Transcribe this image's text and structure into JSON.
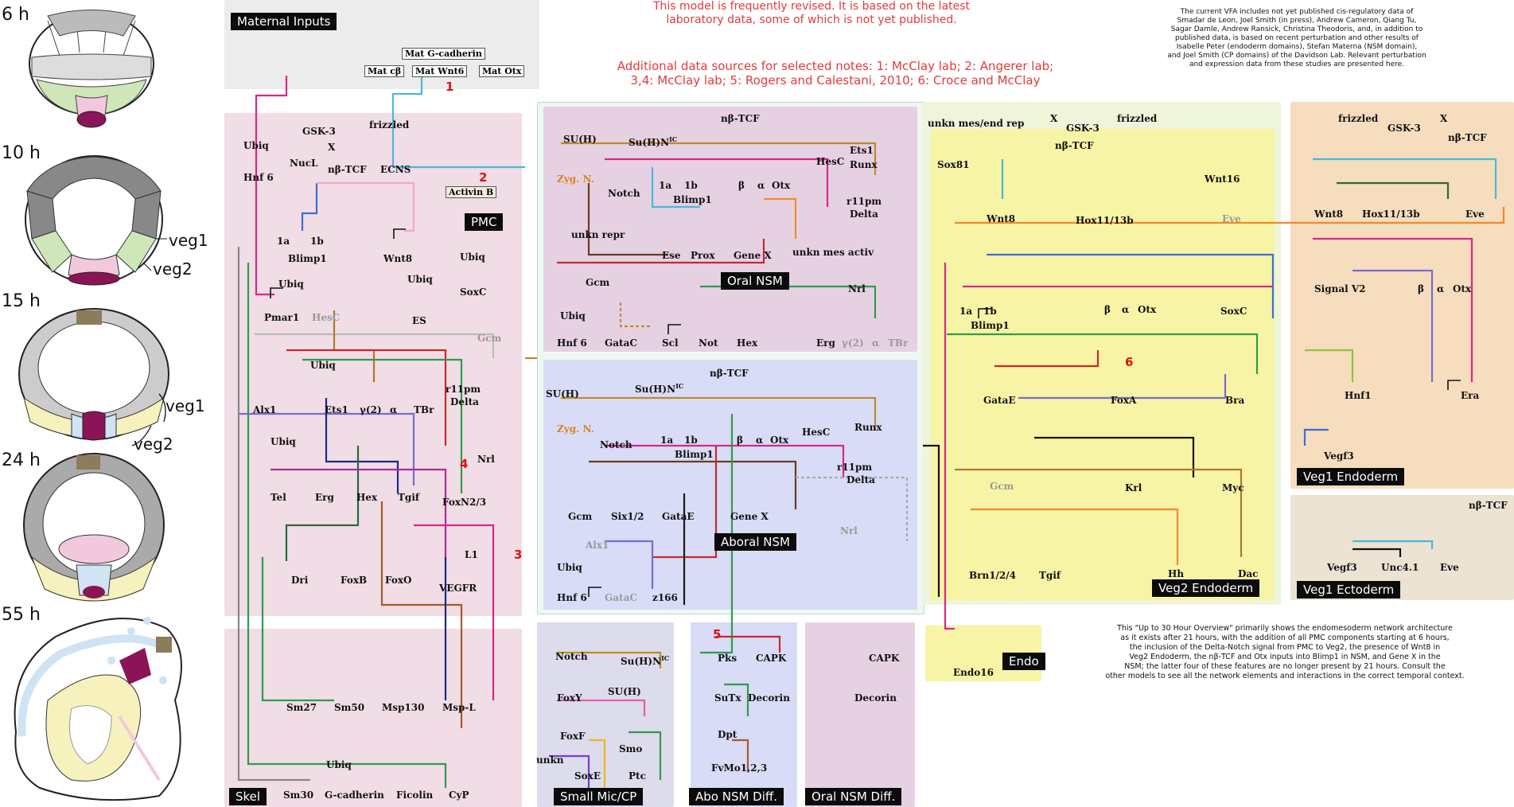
{
  "header": {
    "red_note": [
      "This model is frequently revised. It is based on the latest",
      "laboratory data, some of which is not yet published."
    ],
    "sources_note": [
      "Additional data sources for selected notes: 1: McClay lab; 2: Angerer lab;",
      "3,4: McClay lab; 5: Rogers and Calestani, 2010; 6: Croce and McClay"
    ],
    "credits_note": [
      "The current VFA includes not yet published cis-regulatory data of",
      "Smadar de Leon, Joel Smith (in press), Andrew Cameron, Qiang Tu,",
      "Sagar Damle, Andrew Ransick, Christina Theodoris, and, in addition to",
      "published data, is based on recent perturbation and other results of",
      "Isabelle Peter (endoderm domains), Stefan Materna (NSM domain),",
      "and Joel Smith (CP domains) of the Davidson Lab. Relevant perturbation",
      "and expression data from these studies are presented here."
    ],
    "overview_note": [
      "This \"Up to 30 Hour Overview\" primarily shows the endomesoderm network architecture",
      "as it exists after 21 hours, with the addition of all PMC components starting at 6 hours,",
      "the inclusion of the Delta-Notch signal from PMC to Veg2, the presence of Wnt8 in",
      "Veg2 Endoderm, the nβ-TCF and Otx inputs into Blimp1 in NSM, and Gene X in the",
      "NSM; the latter four of these features are no longer present by 21 hours.  Consult the",
      "other models to see all the network elements and interactions in the correct temporal context."
    ]
  },
  "embryo_stages": [
    {
      "label": "6 h"
    },
    {
      "label": "10 h",
      "marks": [
        "veg1",
        "veg2"
      ]
    },
    {
      "label": "15 h",
      "marks": [
        "veg1",
        "veg2"
      ]
    },
    {
      "label": "24 h"
    },
    {
      "label": "55 h"
    }
  ],
  "regions": {
    "maternal": "Maternal Inputs",
    "pmc": "PMC",
    "skel": "Skel",
    "oral_nsm": "Oral NSM",
    "aboral_nsm": "Aboral NSM",
    "small_mic": "Small Mic/CP",
    "abo_diff": "Abo NSM Diff.",
    "oral_diff": "Oral NSM Diff.",
    "veg2_endo": "Veg2 Endoderm",
    "endo": "Endo",
    "veg1_endo": "Veg1 Endoderm",
    "veg1_ecto": "Veg1 Ectoderm"
  },
  "maternal_boxes": {
    "gcad": "Mat G-cadherin",
    "cb": "Mat cβ",
    "wnt6": "Mat Wnt6",
    "otx": "Mat Otx",
    "activin": "Activin B"
  },
  "red_numbers": [
    "1",
    "2",
    "3",
    "4",
    "5",
    "6"
  ],
  "pmc_genes": {
    "ubiq1": "Ubiq",
    "hnf6": "Hnf 6",
    "gsk3": "GSK-3",
    "frizzled": "frizzled",
    "x": "X",
    "nucl": "NucL",
    "nbtcf": "nβ-TCF",
    "ecns": "ECNS",
    "la": "1a",
    "lb": "1b",
    "blimp1": "Blimp1",
    "wnt8": "Wnt8",
    "ubiq2": "Ubiq",
    "soxc": "SoxC",
    "ubiq3": "Ubiq",
    "pmar1": "Pmar1",
    "hesc": "HesC",
    "ubiq4": "Ubiq",
    "es": "ES",
    "gcm": "Gcm",
    "ubiq5": "Ubiq",
    "alx1": "Alx1",
    "ets1": "Ets1",
    "y2": "γ(2)",
    "alpha": "α",
    "tbr": "TBr",
    "r11pm": "r11pm",
    "delta": "Delta",
    "ubiq6": "Ubiq",
    "tel": "Tel",
    "erg": "Erg",
    "hex": "Hex",
    "tgif": "Tgif",
    "nrl": "Nrl",
    "foxn23": "FoxN2/3",
    "l1": "L1",
    "dri": "Dri",
    "foxb": "FoxB",
    "foxo": "FoxO",
    "vegfr": "VEGFR",
    "sm27": "Sm27",
    "sm50": "Sm50",
    "msp130": "Msp130",
    "mspl": "Msp-L",
    "ubiq7": "Ubiq",
    "sm30": "Sm30",
    "gcad": "G-cadherin",
    "ficolin": "Ficolin",
    "cyp": "CyP"
  },
  "oral_genes": {
    "suh": "SU(H)",
    "suhn": "Su(H)N",
    "ic": "IC",
    "nbtcf": "nβ-TCF",
    "zygn": "Zyg. N.",
    "notch": "Notch",
    "la": "1a",
    "lb": "1b",
    "blimp1": "Blimp1",
    "beta": "β",
    "alpha": "α",
    "otx": "Otx",
    "hesc": "HesC",
    "ets1": "Ets1",
    "runx": "Runx",
    "r11pm": "r11pm",
    "delta": "Delta",
    "unkn_repr": "unkn repr",
    "gcm": "Gcm",
    "ese": "Ese",
    "prox": "Prox",
    "genex": "Gene X",
    "unkn_mes": "unkn mes activ",
    "nrl": "Nrl",
    "ubiq": "Ubiq",
    "hnf6": "Hnf 6",
    "gatac": "GataC",
    "scl": "Scl",
    "not": "Not",
    "hex": "Hex",
    "erg": "Erg",
    "y2": "γ(2)",
    "alpha2": "α",
    "tbr": "TBr"
  },
  "aboral_genes": {
    "suh": "SU(H)",
    "suhn": "Su(H)N",
    "ic": "IC",
    "nbtcf": "nβ-TCF",
    "zygn": "Zyg. N.",
    "notch": "Notch",
    "la": "1a",
    "lb": "1b",
    "blimp1": "Blimp1",
    "beta": "β",
    "alpha": "α",
    "otx": "Otx",
    "hesc": "HesC",
    "runx": "Runx",
    "r11pm": "r11pm",
    "delta": "Delta",
    "gcm": "Gcm",
    "six12": "Six1/2",
    "gatae": "GataE",
    "genex": "Gene X",
    "nrl": "Nrl",
    "alx1": "Alx1",
    "ubiq": "Ubiq",
    "hnf6": "Hnf 6",
    "gatac": "GataC",
    "z166": "z166"
  },
  "small_mic_genes": {
    "notch": "Notch",
    "suhn": "Su(H)N",
    "ic": "IC",
    "suh": "SU(H)",
    "foxy": "FoxY",
    "foxf": "FoxF",
    "unkn": "unkn",
    "soxe": "SoxE",
    "smo": "Smo",
    "ptc": "Ptc"
  },
  "abo_diff_genes": {
    "pks": "Pks",
    "capk": "CAPK",
    "sutx": "SuTx",
    "decorin": "Decorin",
    "dpt": "Dpt",
    "fvmo": "FvMo1,2,3"
  },
  "oral_diff_genes": {
    "capk": "CAPK",
    "decorin": "Decorin"
  },
  "veg2_genes": {
    "unkn": "unkn mes/end rep",
    "x": "X",
    "gsk3": "GSK-3",
    "frizzled": "frizzled",
    "nbtcf": "nβ-TCF",
    "sox81": "Sox81",
    "wnt16": "Wnt16",
    "wnt8": "Wnt8",
    "hox": "Hox11/13b",
    "eve": "Eve",
    "la": "1a",
    "lb": "1b",
    "blimp1": "Blimp1",
    "beta": "β",
    "alpha": "α",
    "otx": "Otx",
    "soxc": "SoxC",
    "gatae": "GataE",
    "foxa": "FoxA",
    "bra": "Bra",
    "gcm": "Gcm",
    "krl": "Krl",
    "myc": "Myc",
    "brn": "Brn1/2/4",
    "tgif": "Tgif",
    "hh": "Hh",
    "dac": "Dac",
    "endo16": "Endo16"
  },
  "veg1_genes": {
    "frizzled": "frizzled",
    "gsk3": "GSK-3",
    "x": "X",
    "nbtcf": "nβ-TCF",
    "wnt8": "Wnt8",
    "hox": "Hox11/13b",
    "eve": "Eve",
    "signal": "Signal V2",
    "beta": "β",
    "alpha": "α",
    "otx": "Otx",
    "hnf1": "Hnf1",
    "era": "Era",
    "vegf3": "Vegf3",
    "nbtcf2": "nβ-TCF",
    "vegf3b": "Vegf3",
    "unc41": "Unc4.1",
    "eve2": "Eve"
  }
}
